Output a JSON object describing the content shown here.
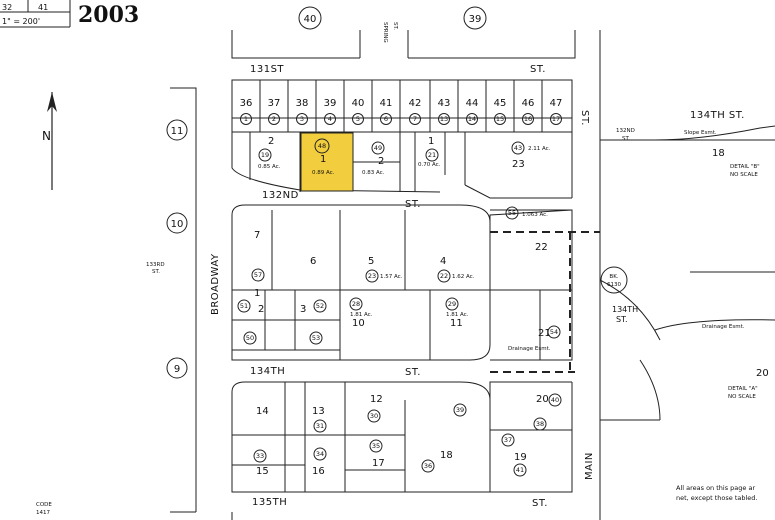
{
  "header": {
    "book_left": "32",
    "book_right": "41",
    "scale": "1\" = 200'",
    "year": "2003"
  },
  "north_label": "N",
  "map_sheet_circles": [
    "40",
    "39"
  ],
  "block_circles": [
    "11",
    "10",
    "9"
  ],
  "streets": {
    "st131": "131ST",
    "st131_end": "ST.",
    "st132": "132ND",
    "st132_end": "ST.",
    "st134": "134TH",
    "st134_end": "ST.",
    "st135": "135TH",
    "st135_end": "ST.",
    "spring": "SPRING",
    "spring_st": "ST.",
    "broadway": "BROADWAY",
    "main": "MAIN",
    "main_st_right": "ST.",
    "st132_right": "132ND",
    "st132_right_st": "ST.",
    "st134_right": "134TH ST.",
    "st134_right2": "134TH",
    "st134_right2_st": "ST.",
    "st133_left": "133RD",
    "st133_left_st": "ST."
  },
  "top_lots": [
    "36",
    "37",
    "38",
    "39",
    "40",
    "41",
    "42",
    "43",
    "44",
    "45",
    "46",
    "47"
  ],
  "top_parcels": [
    "1",
    "2",
    "3",
    "4",
    "5",
    "6",
    "7",
    "13",
    "14",
    "15",
    "16",
    "17"
  ],
  "block11": {
    "lot_2": "2",
    "parcel_19": "19",
    "area_19": "0.85 Ac.",
    "lot_1": "1",
    "parcel_48": "48",
    "area_48": "0.89 Ac.",
    "lot_2b": "2",
    "parcel_49": "49",
    "area_49": "0.83 Ac.",
    "lot_1b": "1",
    "parcel_21": "21",
    "area_21": "0.70 Ac.",
    "parcel_43": "43",
    "area_43": "2.11 Ac.",
    "lot_23": "23"
  },
  "block10": {
    "lot_7": "7",
    "parcel_57": "57",
    "lot_6": "6",
    "lot_5": "5",
    "parcel_23": "23",
    "area_23": "1.57 Ac.",
    "lot_4": "4",
    "parcel_22": "22",
    "area_22": "1.62 Ac.",
    "parcel_55": "55",
    "area_55": "1.063 Ac.",
    "lot_22": "22",
    "lot_1": "1",
    "parcel_51": "51",
    "lot_2": "2",
    "lot_3": "3",
    "parcel_52": "52",
    "parcel_53": "53",
    "parcel_50": "50",
    "parcel_28": "28",
    "area_28": "1.81 Ac.",
    "lot_10": "10",
    "parcel_29": "29",
    "area_29": "1.81 Ac.",
    "lot_11": "11",
    "lot_21": "21",
    "parcel_54": "54",
    "drainage": "Drainage Esmt."
  },
  "block9": {
    "lot_14": "14",
    "lot_13": "13",
    "parcel_30": "30",
    "lot_12": "12",
    "parcel_31": "31",
    "parcel_39": "39",
    "lot_15": "15",
    "parcel_33": "33",
    "parcel_34": "34",
    "parcel_35": "35",
    "lot_17": "17",
    "lot_16": "16",
    "parcel_36": "36",
    "lot_18": "18",
    "parcel_37": "37",
    "parcel_38": "38",
    "lot_19": "19",
    "lot_20": "20",
    "parcel_40": "40",
    "parcel_41": "41"
  },
  "right": {
    "lot_18": "18",
    "detail_b": "DETAIL \"B\"",
    "detail_b_ns": "NO SCALE",
    "bk": "BK.",
    "bk_num": "6130",
    "lot_20": "20",
    "detail_a": "DETAIL \"A\"",
    "detail_a_ns": "NO SCALE",
    "slope_esmt": "Slope Esmt.",
    "drainage_esmt": "Drainage Esmt."
  },
  "footnote_line1": "All areas on this page ar",
  "footnote_line2": "net, except those tabled.",
  "bottom_left_code": "CODE",
  "bottom_left_num": "1417"
}
